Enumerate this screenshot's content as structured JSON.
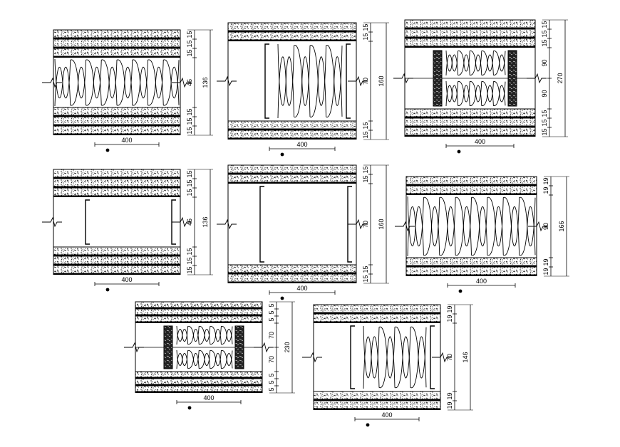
{
  "drawing": {
    "background": "#ffffff",
    "line_color": "#000000",
    "sections": [
      {
        "id": "a",
        "width_label": "400",
        "layers_top": [
          "15",
          "15",
          "15"
        ],
        "core": "46",
        "layers_bottom": [
          "15",
          "15",
          "15"
        ],
        "total": "136",
        "core_fill": "insulation",
        "studs": "none"
      },
      {
        "id": "b",
        "width_label": "400",
        "layers_top": [
          "15",
          "15"
        ],
        "core": "70",
        "layers_bottom": [
          "15",
          "15"
        ],
        "total": "160",
        "core_fill": "partial-insulation",
        "studs": "c-channel"
      },
      {
        "id": "c",
        "width_label": "400",
        "layers_top": [
          "15",
          "15",
          "15"
        ],
        "core_upper": "90",
        "core_lower": "90",
        "layers_bottom": [
          "15",
          "15",
          "15"
        ],
        "total": "270",
        "core_fill": "double-insulation",
        "studs": "solid"
      },
      {
        "id": "d",
        "width_label": "400",
        "layers_top": [
          "15",
          "15",
          "15"
        ],
        "core": "46",
        "layers_bottom": [
          "15",
          "15",
          "15"
        ],
        "total": "136",
        "core_fill": "empty",
        "studs": "c-channel"
      },
      {
        "id": "e",
        "width_label": "400",
        "layers_top": [
          "15",
          "15"
        ],
        "core": "70",
        "layers_bottom": [
          "15",
          "15"
        ],
        "total": "160",
        "core_fill": "empty",
        "studs": "c-channel"
      },
      {
        "id": "f",
        "width_label": "400",
        "layers_top": [
          "19",
          "19"
        ],
        "core": "90",
        "layers_bottom": [
          "19",
          "19"
        ],
        "total": "166",
        "core_fill": "insulation",
        "studs": "none"
      },
      {
        "id": "g",
        "width_label": "400",
        "layers_top": [
          "5",
          "5",
          "5"
        ],
        "core_upper": "70",
        "core_lower": "70",
        "layers_bottom": [
          "5",
          "5",
          "5"
        ],
        "total": "230",
        "core_fill": "double-insulation",
        "studs": "solid"
      },
      {
        "id": "h",
        "width_label": "400",
        "layers_top": [
          "19",
          "19"
        ],
        "core": "70",
        "layers_bottom": [
          "19",
          "19"
        ],
        "total": "146",
        "core_fill": "partial-insulation",
        "studs": "c-channel"
      }
    ]
  }
}
